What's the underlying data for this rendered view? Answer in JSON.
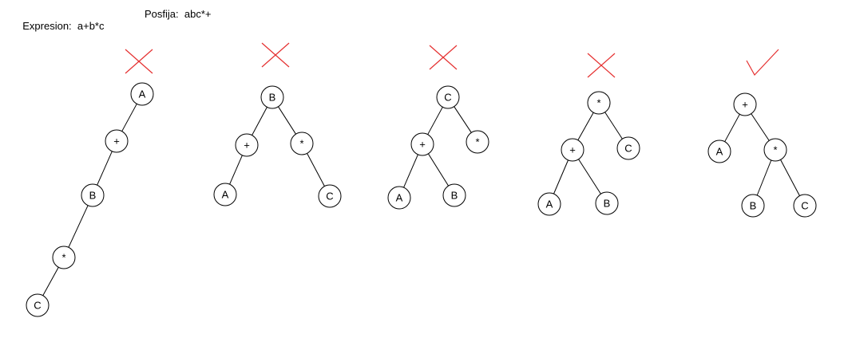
{
  "header": {
    "expression": "Expresion:  a+b*c",
    "postfix": "Posfija:  abc*+"
  },
  "colors": {
    "mark": "#e53030",
    "line": "#000000"
  },
  "trees": [
    {
      "verdict": "wrong",
      "nodes": [
        {
          "id": "n1",
          "label": "A"
        },
        {
          "id": "n2",
          "label": "+"
        },
        {
          "id": "n3",
          "label": "B"
        },
        {
          "id": "n4",
          "label": "*"
        },
        {
          "id": "n5",
          "label": "C"
        }
      ],
      "edges": [
        [
          "n1",
          "n2"
        ],
        [
          "n2",
          "n3"
        ],
        [
          "n3",
          "n4"
        ],
        [
          "n4",
          "n5"
        ]
      ]
    },
    {
      "verdict": "wrong",
      "nodes": [
        {
          "id": "n1",
          "label": "B"
        },
        {
          "id": "n2",
          "label": "+"
        },
        {
          "id": "n3",
          "label": "*"
        },
        {
          "id": "n4",
          "label": "A"
        },
        {
          "id": "n5",
          "label": "C"
        }
      ],
      "edges": [
        [
          "n1",
          "n2"
        ],
        [
          "n1",
          "n3"
        ],
        [
          "n2",
          "n4"
        ],
        [
          "n3",
          "n5"
        ]
      ]
    },
    {
      "verdict": "wrong",
      "nodes": [
        {
          "id": "n1",
          "label": "C"
        },
        {
          "id": "n2",
          "label": "+"
        },
        {
          "id": "n3",
          "label": "*"
        },
        {
          "id": "n4",
          "label": "A"
        },
        {
          "id": "n5",
          "label": "B"
        }
      ],
      "edges": [
        [
          "n1",
          "n2"
        ],
        [
          "n1",
          "n3"
        ],
        [
          "n2",
          "n4"
        ],
        [
          "n2",
          "n5"
        ]
      ]
    },
    {
      "verdict": "wrong",
      "nodes": [
        {
          "id": "n1",
          "label": "*"
        },
        {
          "id": "n2",
          "label": "+"
        },
        {
          "id": "n3",
          "label": "C"
        },
        {
          "id": "n4",
          "label": "A"
        },
        {
          "id": "n5",
          "label": "B"
        }
      ],
      "edges": [
        [
          "n1",
          "n2"
        ],
        [
          "n1",
          "n3"
        ],
        [
          "n2",
          "n4"
        ],
        [
          "n2",
          "n5"
        ]
      ]
    },
    {
      "verdict": "right",
      "nodes": [
        {
          "id": "n1",
          "label": "+"
        },
        {
          "id": "n2",
          "label": "A"
        },
        {
          "id": "n3",
          "label": "*"
        },
        {
          "id": "n4",
          "label": "B"
        },
        {
          "id": "n5",
          "label": "C"
        }
      ],
      "edges": [
        [
          "n1",
          "n2"
        ],
        [
          "n1",
          "n3"
        ],
        [
          "n3",
          "n4"
        ],
        [
          "n3",
          "n5"
        ]
      ]
    }
  ]
}
